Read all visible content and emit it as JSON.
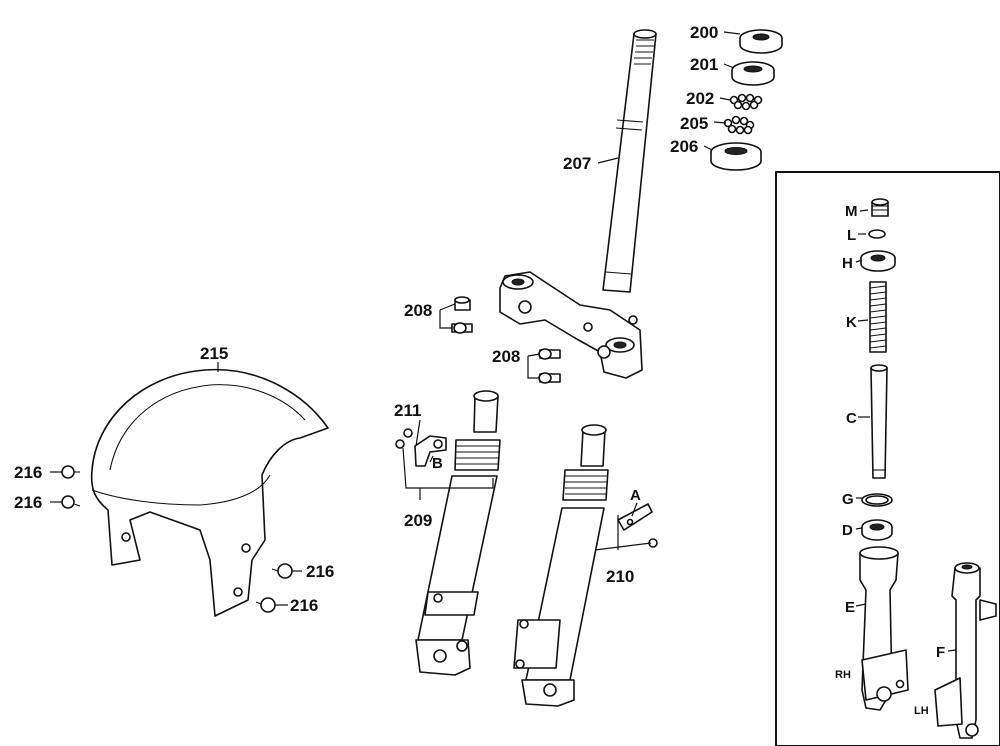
{
  "callouts": {
    "n200": "200",
    "n201": "201",
    "n202": "202",
    "n205": "205",
    "n206": "206",
    "n207": "207",
    "n208a": "208",
    "n208b": "208",
    "n209": "209",
    "n210": "210",
    "n211": "211",
    "n215": "215",
    "n216a": "216",
    "n216b": "216",
    "n216c": "216",
    "n216d": "216",
    "A": "A",
    "B": "B"
  },
  "inset": {
    "M": "M",
    "L": "L",
    "H": "H",
    "K": "K",
    "C": "C",
    "G": "G",
    "D": "D",
    "E": "E",
    "F": "F",
    "RH": "RH",
    "LH": "LH"
  }
}
